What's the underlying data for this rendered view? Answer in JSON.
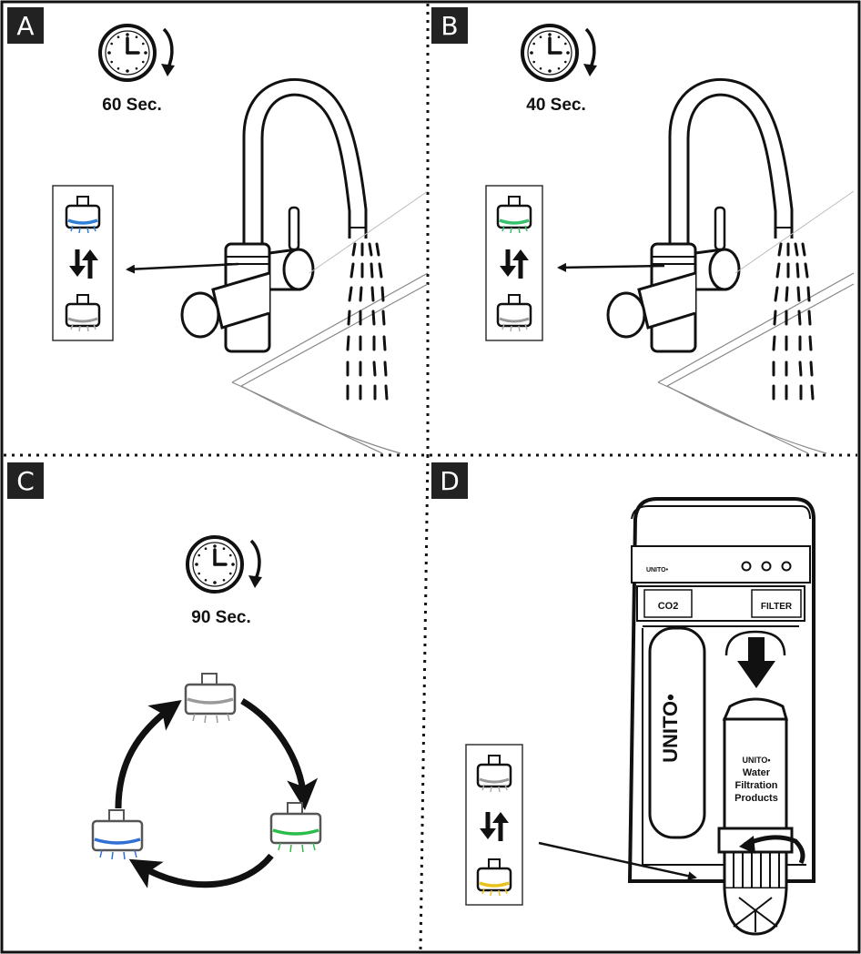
{
  "panels": [
    {
      "letter": "A",
      "time": "60 Sec.",
      "led_color": "#2f7fd6"
    },
    {
      "letter": "B",
      "time": "40 Sec.",
      "led_color": "#35c26a"
    },
    {
      "letter": "C",
      "time": "90 Sec.",
      "cycle_colors": [
        "#9a9a9a",
        "#2bbd4a",
        "#2f6fd6"
      ]
    },
    {
      "letter": "D",
      "led_color": "#e8c21a"
    }
  ],
  "unit": {
    "brand_small": "UNITO•",
    "co2_label": "CO2",
    "filter_label": "FILTER",
    "side_brand": "UNITO•",
    "cartridge_brand": "UNITO•",
    "cartridge_line1": "Water",
    "cartridge_line2": "Filtration",
    "cartridge_line3": "Products"
  },
  "icons": {
    "clock": "clock-icon",
    "rotate": "rotate-arrow-icon",
    "swap": "swap-arrows-icon"
  }
}
